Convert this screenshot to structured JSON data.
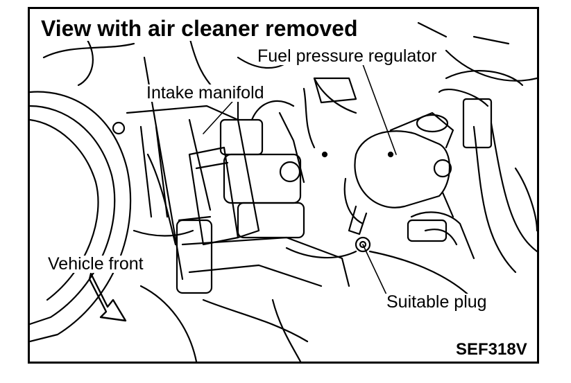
{
  "title": "View with air cleaner removed",
  "labels": {
    "fuel_pressure_regulator": "Fuel pressure regulator",
    "intake_manifold": "Intake manifold",
    "vehicle_front": "Vehicle front",
    "suitable_plug": "Suitable plug"
  },
  "figure_code": "SEF318V"
}
